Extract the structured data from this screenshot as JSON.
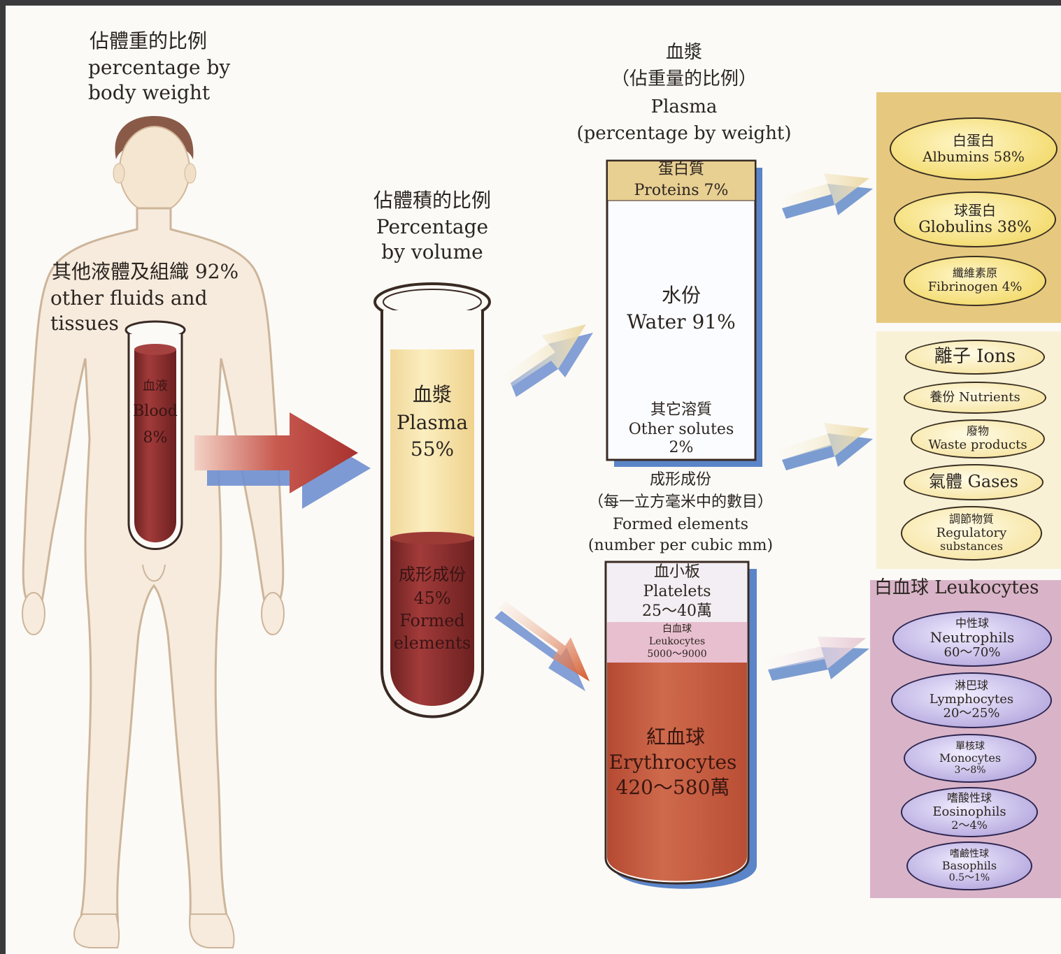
{
  "body_weight": {
    "title_zh": "佔體重的比例",
    "title_en_1": "percentage by",
    "title_en_2": "body weight",
    "other_zh": "其他液體及組織 92%",
    "other_en_1": "other fluids and",
    "other_en_2": "tissues",
    "blood_zh": "血液",
    "blood_en": "Blood",
    "blood_pct": "8%"
  },
  "volume": {
    "title_zh": "佔體積的比例",
    "title_en_1": "Percentage",
    "title_en_2": "by volume",
    "plasma_zh": "血漿",
    "plasma_en": "Plasma",
    "plasma_pct": "55%",
    "formed_zh": "成形成份",
    "formed_pct": "45%",
    "formed_en_1": "Formed",
    "formed_en_2": "elements"
  },
  "plasma": {
    "title_zh_1": "血漿",
    "title_zh_2": "（佔重量的比例）",
    "title_en_1": "Plasma",
    "title_en_2": "(percentage by weight)",
    "proteins_zh": "蛋白質",
    "proteins_en": "Proteins 7%",
    "water_zh": "水份",
    "water_en": "Water 91%",
    "solutes_zh": "其它溶質",
    "solutes_en": "Other solutes",
    "solutes_pct": "2%"
  },
  "formed": {
    "title_zh_1": "成形成份",
    "title_zh_2": "（每一立方毫米中的數目）",
    "title_en_1": "Formed elements",
    "title_en_2": "(number per cubic mm)",
    "platelets_zh": "血小板",
    "platelets_en": "Platelets",
    "platelets_num": "25～40萬",
    "leuko_zh": "白血球",
    "leuko_en": "Leukocytes",
    "leuko_num": "5000～9000",
    "erythro_zh": "紅血球",
    "erythro_en": "Erythrocytes",
    "erythro_num": "420～580萬"
  },
  "proteins_list": [
    {
      "zh": "白蛋白",
      "en": "Albumins 58%"
    },
    {
      "zh": "球蛋白",
      "en": "Globulins 38%"
    },
    {
      "zh": "纖維素原",
      "en": "Fibrinogen 4%"
    }
  ],
  "solutes_list": [
    {
      "label": "離子 Ions"
    },
    {
      "label": "養份 Nutrients"
    },
    {
      "zh": "廢物",
      "en": "Waste products"
    },
    {
      "label": "氣體 Gases"
    },
    {
      "zh": "調節物質",
      "en_1": "Regulatory",
      "en_2": "substances"
    }
  ],
  "leukocytes": {
    "title": "白血球 Leukocytes",
    "items": [
      {
        "zh": "中性球",
        "en": "Neutrophils",
        "pct": "60～70%"
      },
      {
        "zh": "淋巴球",
        "en": "Lymphocytes",
        "pct": "20～25%"
      },
      {
        "zh": "單核球",
        "en": "Monocytes",
        "pct": "3～8%"
      },
      {
        "zh": "嗜酸性球",
        "en": "Eosinophils",
        "pct": "2～4%"
      },
      {
        "zh": "嗜鹼性球",
        "en": "Basophils",
        "pct": "0.5～1%"
      }
    ]
  },
  "colors": {
    "blood_dark": "#8a2f2e",
    "plasma_yellow": "#f7e3a4",
    "erythrocyte_red": "#c2553a",
    "arrow_red": "#b4423e",
    "shadow_blue": "#5b85c8",
    "panel_yellow": "#e6c97f",
    "panel_pink": "#d9b4c8"
  }
}
